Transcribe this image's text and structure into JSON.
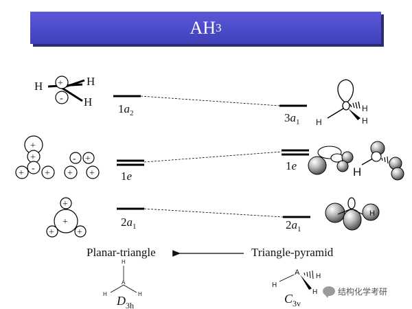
{
  "title": {
    "main": "AH",
    "sub": "3"
  },
  "levels_left": [
    {
      "id": "1a2",
      "label": "1",
      "italic": "a",
      "sub": "2"
    },
    {
      "id": "1e",
      "label": "1",
      "italic": "e",
      "sub": ""
    },
    {
      "id": "2a1",
      "label": "2",
      "italic": "a",
      "sub": "1"
    }
  ],
  "levels_right": [
    {
      "id": "3a1",
      "label": "3",
      "italic": "a",
      "sub": "1"
    },
    {
      "id": "1e",
      "label": "1",
      "italic": "e",
      "sub": ""
    },
    {
      "id": "2a1",
      "label": "2",
      "italic": "a",
      "sub": "1"
    }
  ],
  "geometry_left": "Planar-triangle",
  "geometry_right": "Triangle-pyramid",
  "point_group_left": {
    "main": "D",
    "sub": "3h"
  },
  "point_group_right": {
    "main": "C",
    "sub": "3v"
  },
  "atoms": {
    "H": "H",
    "A": "A"
  },
  "signs": {
    "plus": "+",
    "minus": "-"
  },
  "watermark": "结构化学考研"
}
